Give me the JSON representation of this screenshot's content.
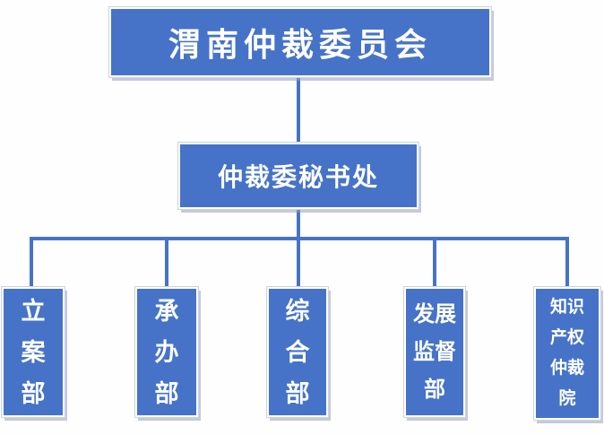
{
  "diagram": {
    "type": "org-chart",
    "root_node": {
      "label": "渭南仲裁委员会"
    },
    "secretariat_node": {
      "label": "仲裁委秘书处"
    },
    "departments": [
      {
        "id": "case-filing",
        "label": "立\n案\n部"
      },
      {
        "id": "case-handling",
        "label": "承\n办\n部"
      },
      {
        "id": "general-affairs",
        "label": "综\n合\n部"
      },
      {
        "id": "development-supervision",
        "label": "发展\n监督\n部"
      },
      {
        "id": "ip-arbitration-court",
        "label": "知识\n产权\n仲裁\n院"
      }
    ],
    "colors": {
      "node_fill": "#4673c8",
      "node_text": "#ffffff",
      "connector": "#4673c8",
      "node_shadow": "#949ebe",
      "node_edge_ring": "#ccd2e3",
      "background": "#fefefe"
    }
  }
}
